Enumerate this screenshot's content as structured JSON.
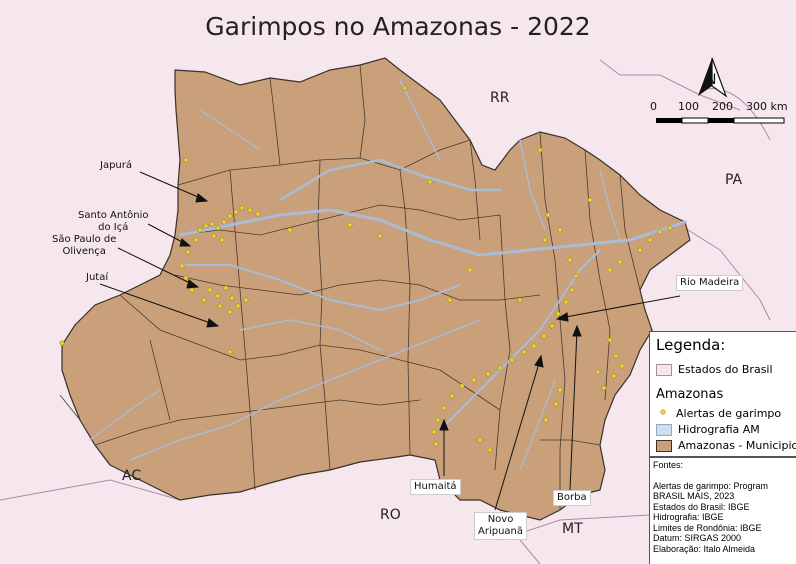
{
  "title": "Garimpos no Amazonas - 2022",
  "states": {
    "rr": "RR",
    "pa": "PA",
    "ac": "AC",
    "ro": "RO",
    "mt": "MT"
  },
  "scale": {
    "labels": [
      "0",
      "100",
      "200",
      "300 km"
    ]
  },
  "north_arrow": "N",
  "callouts": {
    "japura": "Japurá",
    "santo_antonio": "Santo Antônio\ndo Içá",
    "sao_paulo": "São Paulo de\nOlivença",
    "jutai": "Jutaí",
    "rio_madeira": "Rio Madeira",
    "humaita": "Humaitá",
    "novo_aripuana": "Novo\nAripuanã",
    "borba": "Borba"
  },
  "legend": {
    "title": "Legenda:",
    "item_estados": "Estados do Brasil",
    "group": "Amazonas",
    "item_alertas": "Alertas de garimpo",
    "item_hidro": "Hidrografia AM",
    "item_municipios": "Amazonas - Municipios"
  },
  "sources": {
    "heading": "Fontes:",
    "line1": "Alertas   de   garimpo:   Program",
    "line2": "BRASIL MAIS, 2023",
    "line3": "Estados do Brasil: IBGE",
    "line4": "Hidrografia: IBGE",
    "line5": "Limites de Rondônia: IBGE",
    "line6": "Datum: SIRGAS 2000",
    "line7": "Elaboração: Italo Almeida"
  },
  "colors": {
    "municipio_fill": "#c9a07a",
    "estados_fill": "#f6e6ee",
    "river": "#a9bcd6",
    "alert_point": "#e8d52c",
    "border": "#3a3028"
  }
}
